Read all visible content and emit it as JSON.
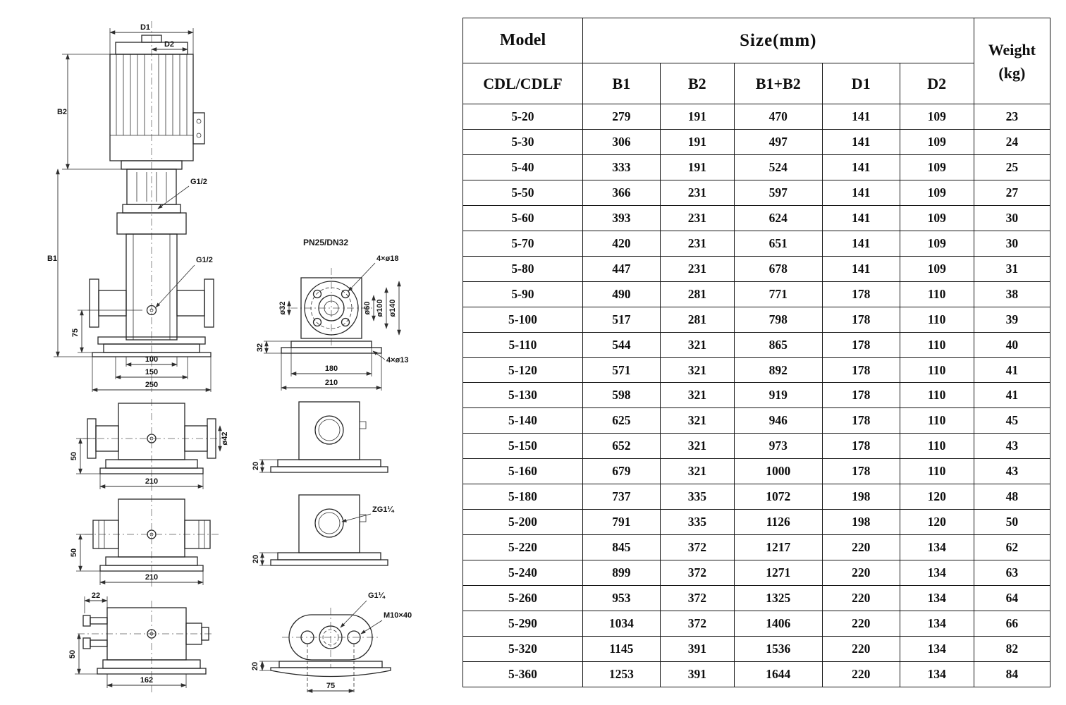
{
  "table": {
    "header": {
      "model": "Model",
      "model_sub": "CDL/CDLF",
      "size": "Size(mm)",
      "col_b1": "B1",
      "col_b2": "B2",
      "col_b1b2": "B1+B2",
      "col_d1": "D1",
      "col_d2": "D2",
      "weight_line1": "Weight",
      "weight_line2": "(kg)"
    },
    "rows": [
      [
        "5-20",
        "279",
        "191",
        "470",
        "141",
        "109",
        "23"
      ],
      [
        "5-30",
        "306",
        "191",
        "497",
        "141",
        "109",
        "24"
      ],
      [
        "5-40",
        "333",
        "191",
        "524",
        "141",
        "109",
        "25"
      ],
      [
        "5-50",
        "366",
        "231",
        "597",
        "141",
        "109",
        "27"
      ],
      [
        "5-60",
        "393",
        "231",
        "624",
        "141",
        "109",
        "30"
      ],
      [
        "5-70",
        "420",
        "231",
        "651",
        "141",
        "109",
        "30"
      ],
      [
        "5-80",
        "447",
        "231",
        "678",
        "141",
        "109",
        "31"
      ],
      [
        "5-90",
        "490",
        "281",
        "771",
        "178",
        "110",
        "38"
      ],
      [
        "5-100",
        "517",
        "281",
        "798",
        "178",
        "110",
        "39"
      ],
      [
        "5-110",
        "544",
        "321",
        "865",
        "178",
        "110",
        "40"
      ],
      [
        "5-120",
        "571",
        "321",
        "892",
        "178",
        "110",
        "41"
      ],
      [
        "5-130",
        "598",
        "321",
        "919",
        "178",
        "110",
        "41"
      ],
      [
        "5-140",
        "625",
        "321",
        "946",
        "178",
        "110",
        "45"
      ],
      [
        "5-150",
        "652",
        "321",
        "973",
        "178",
        "110",
        "43"
      ],
      [
        "5-160",
        "679",
        "321",
        "1000",
        "178",
        "110",
        "43"
      ],
      [
        "5-180",
        "737",
        "335",
        "1072",
        "198",
        "120",
        "48"
      ],
      [
        "5-200",
        "791",
        "335",
        "1126",
        "198",
        "120",
        "50"
      ],
      [
        "5-220",
        "845",
        "372",
        "1217",
        "220",
        "134",
        "62"
      ],
      [
        "5-240",
        "899",
        "372",
        "1271",
        "220",
        "134",
        "63"
      ],
      [
        "5-260",
        "953",
        "372",
        "1325",
        "220",
        "134",
        "64"
      ],
      [
        "5-290",
        "1034",
        "372",
        "1406",
        "220",
        "134",
        "66"
      ],
      [
        "5-320",
        "1145",
        "391",
        "1536",
        "220",
        "134",
        "82"
      ],
      [
        "5-360",
        "1253",
        "391",
        "1644",
        "220",
        "134",
        "84"
      ]
    ]
  },
  "diagram": {
    "v1": {
      "d1": "D1",
      "d2": "D2",
      "b2": "B2",
      "b1": "B1",
      "g12_upper": "G1/2",
      "g12_lower": "G1/2",
      "dim75": "75",
      "dim100": "100",
      "dim150": "150",
      "dim250": "250"
    },
    "v2": {
      "title": "PN25/DN32",
      "holes_top": "4×ø18",
      "dia32": "ø32",
      "dia60": "ø60",
      "dia100": "ø100",
      "dia140": "ø140",
      "dim32": "32",
      "dim180": "180",
      "dim210": "210",
      "holes_bottom": "4×ø13"
    },
    "v3": {
      "dim50": "50",
      "dim210": "210",
      "dia42": "ø42"
    },
    "v4": {
      "dim20": "20"
    },
    "v5": {
      "dim50": "50",
      "dim210": "210"
    },
    "v6": {
      "thread": "ZG1¼",
      "dim20": "20"
    },
    "v7": {
      "dim22": "22",
      "dim50": "50",
      "dim162": "162"
    },
    "v8": {
      "thread": "G1¼",
      "bolt": "M10×40",
      "dim20": "20",
      "dim75": "75"
    }
  }
}
